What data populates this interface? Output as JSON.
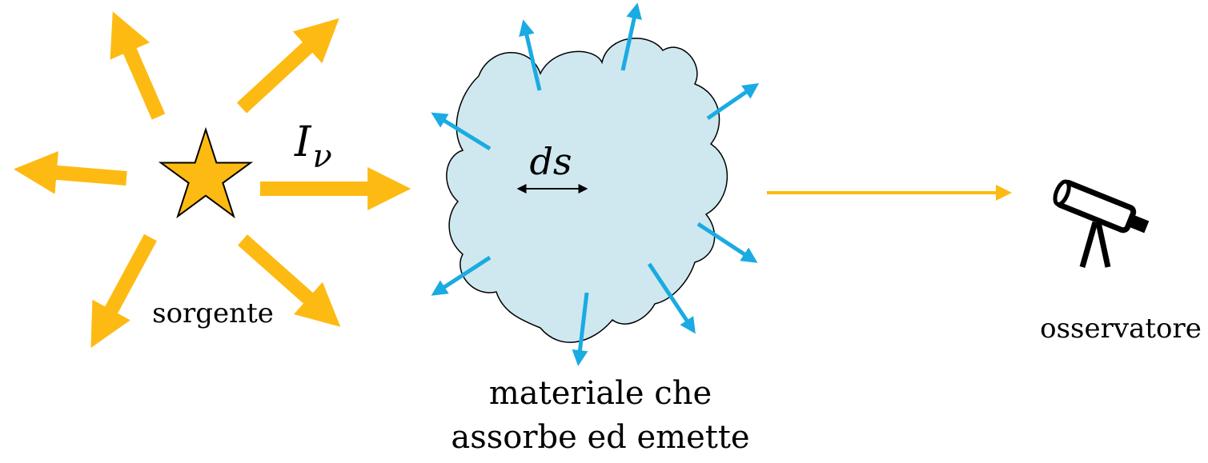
{
  "labels": {
    "source": "sorgente",
    "intensity_symbol": "I",
    "intensity_subscript": "ν",
    "path_element": "ds",
    "material_line1": "materiale che",
    "material_line2": "assorbe ed emette",
    "observer": "osservatore"
  },
  "colors": {
    "radiation_arrows": "#FDBA12",
    "star_fill": "#FDBA12",
    "cloud_fill": "#CFE8EF",
    "emission_arrows": "#1AABE2",
    "outline": "#000000"
  },
  "icons": {
    "source": "star-icon",
    "observer": "telescope-icon"
  }
}
